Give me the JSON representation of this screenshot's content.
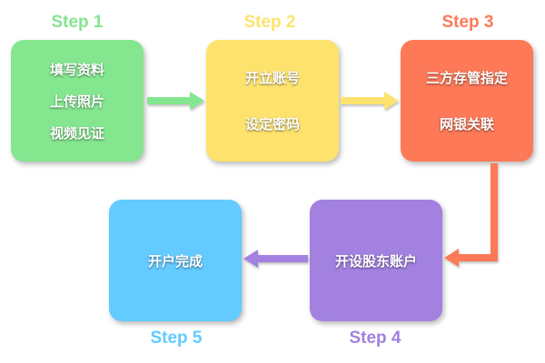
{
  "colors": {
    "step1": "#84e68f",
    "step2": "#fde36e",
    "step3": "#fd7958",
    "step4": "#a281e0",
    "step5": "#63cbff",
    "arrow_green": "#84e68f",
    "arrow_yellow": "#fde36e",
    "arrow_red": "#fd7958",
    "arrow_purple": "#a281e0"
  },
  "steps": [
    {
      "label": "Step 1",
      "lines": [
        "填写资料",
        "上传照片",
        "视频见证"
      ]
    },
    {
      "label": "Step 2",
      "lines": [
        "开立账号",
        "设定密码"
      ]
    },
    {
      "label": "Step 3",
      "lines": [
        "三方存管指定",
        "网银关联"
      ]
    },
    {
      "label": "Step 4",
      "lines": [
        "开设股东账户"
      ]
    },
    {
      "label": "Step 5",
      "lines": [
        "开户完成"
      ]
    }
  ]
}
